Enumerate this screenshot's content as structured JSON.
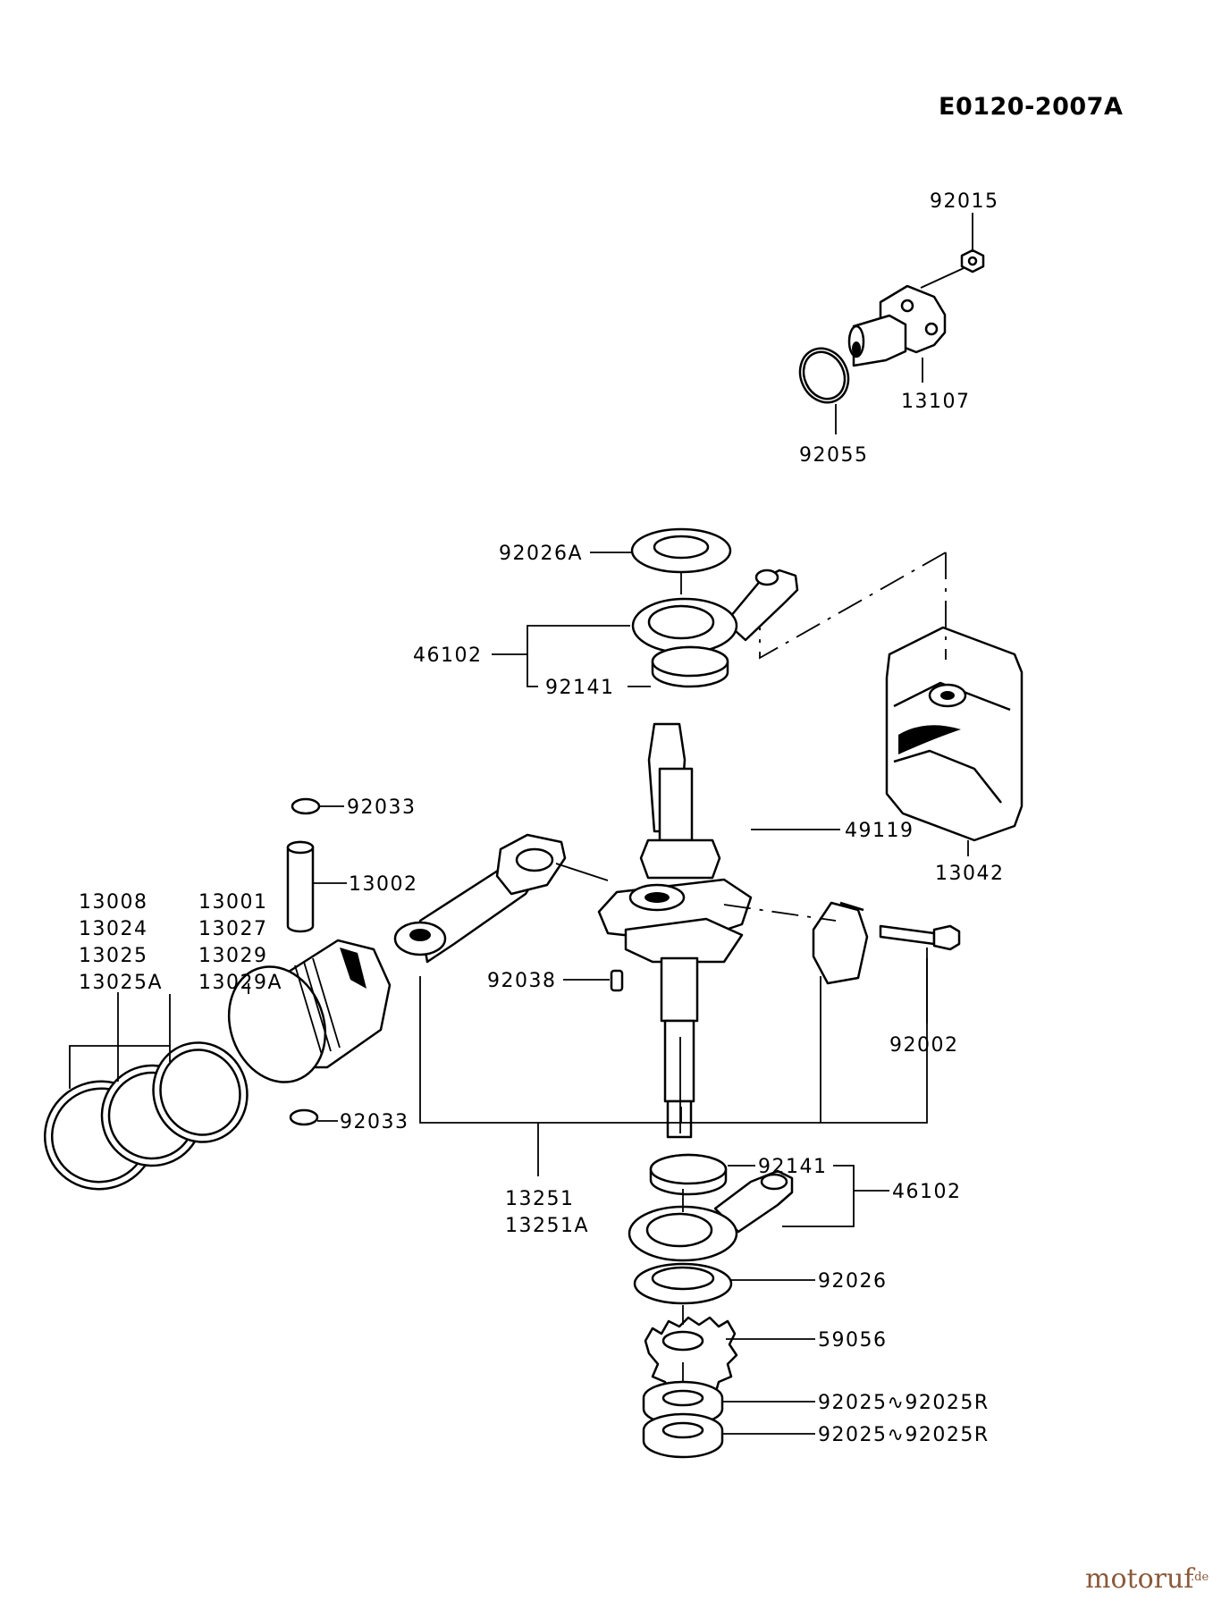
{
  "diagram_code": "E0120-2007A",
  "watermark": {
    "brand": "motoruf",
    "suffix": ".de"
  },
  "labels": {
    "l_92015": "92015",
    "l_13107": "13107",
    "l_92055": "92055",
    "l_92026A": "92026A",
    "l_46102_top": "46102",
    "l_92141_top": "92141",
    "l_13042": "13042",
    "l_49119": "49119",
    "l_13001": "13001",
    "l_13027": "13027",
    "l_13029": "13029",
    "l_13029A": "13029A",
    "l_92033_top": "92033",
    "l_13002": "13002",
    "l_13008": "13008",
    "l_13024": "13024",
    "l_13025": "13025",
    "l_13025A": "13025A",
    "l_92038": "92038",
    "l_92002": "92002",
    "l_92033_bot": "92033",
    "l_13251": "13251",
    "l_13251A": "13251A",
    "l_92141_bot": "92141",
    "l_46102_bot": "46102",
    "l_92026": "92026",
    "l_59056": "59056",
    "l_92025_1": "92025∿92025R",
    "l_92025_2": "92025∿92025R"
  }
}
